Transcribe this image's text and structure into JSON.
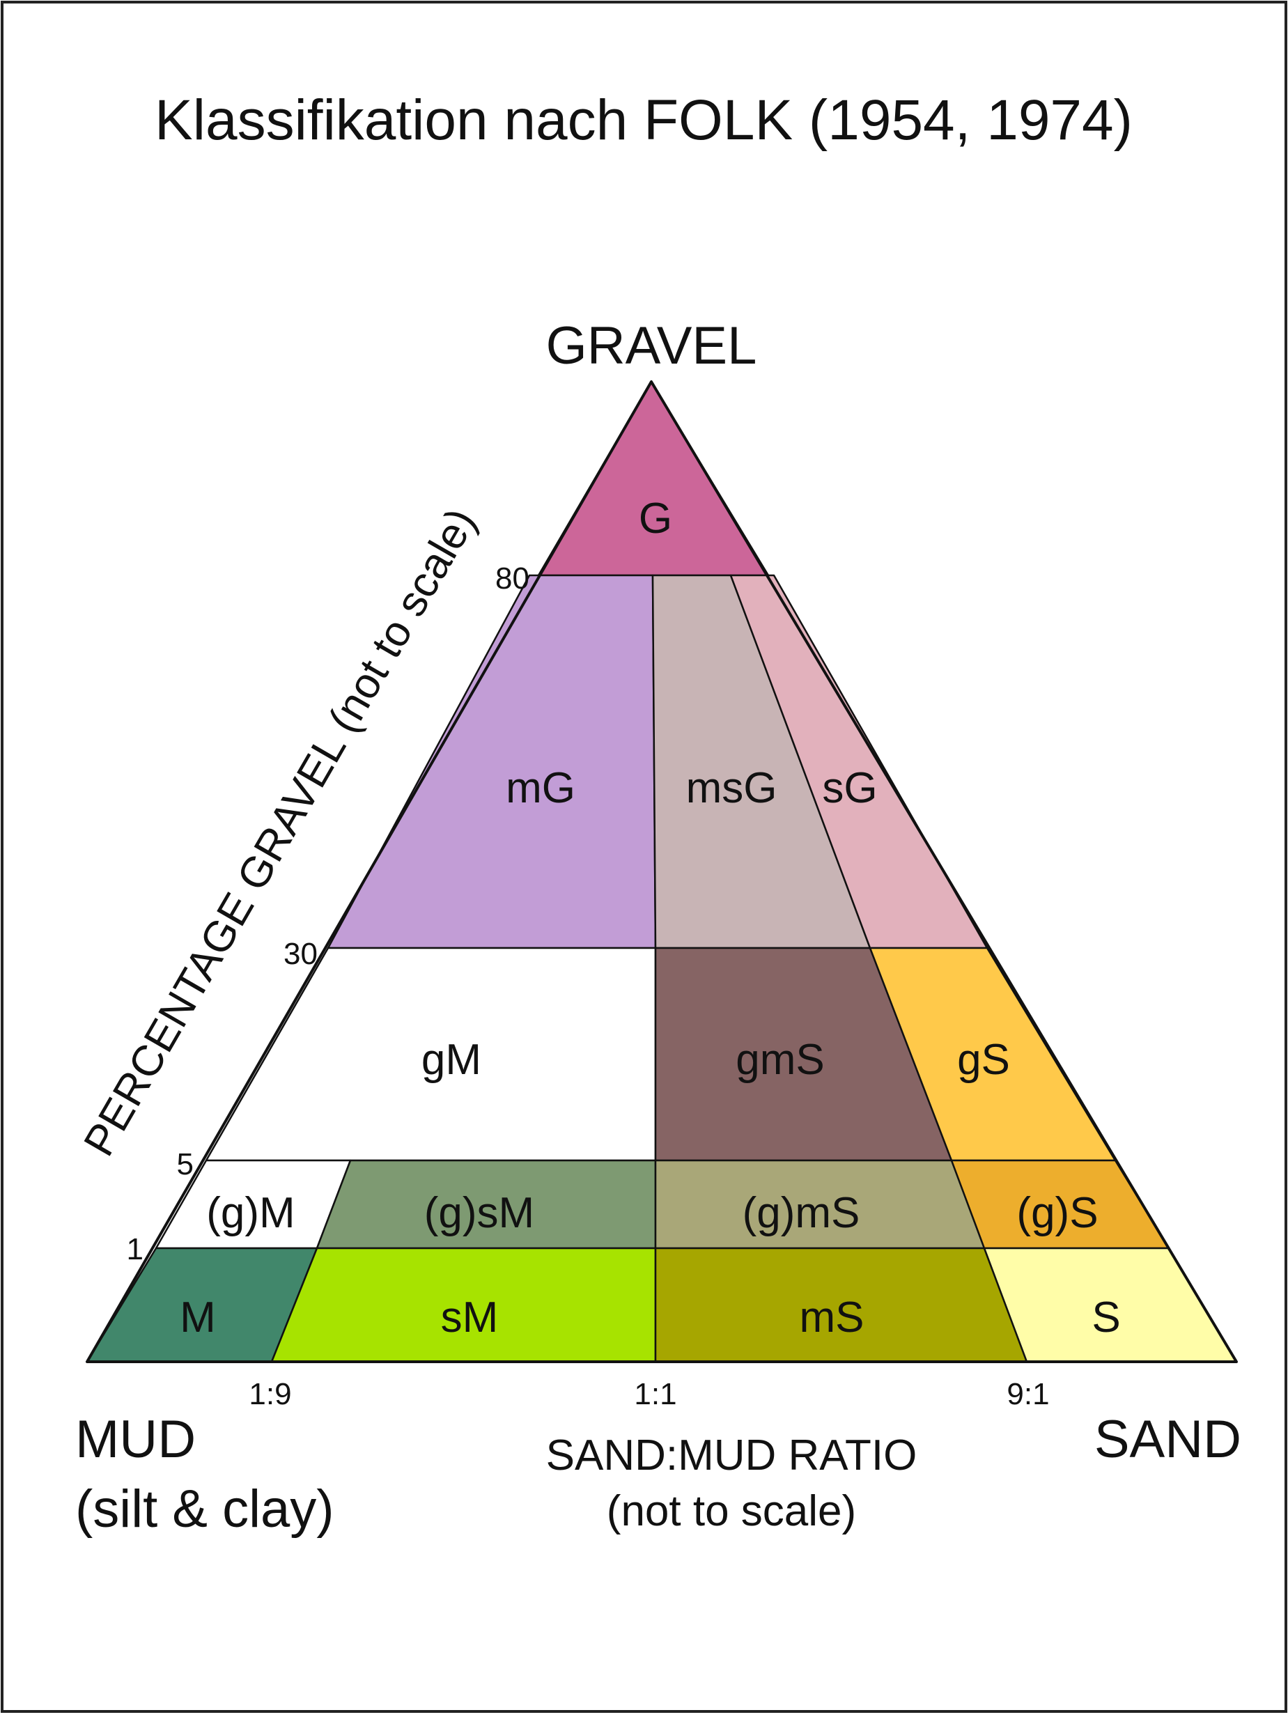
{
  "title": "Klassifikation nach FOLK (1954, 1974)",
  "corners": {
    "gravel": "GRAVEL",
    "mud_line1": "MUD",
    "mud_line2": "(silt & clay)",
    "sand": "SAND"
  },
  "axes": {
    "left_label": "PERCENTAGE  GRAVEL (not to scale)",
    "bottom_label_line1": "SAND:MUD RATIO",
    "bottom_label_line2": "(not to scale)"
  },
  "gravel_ticks": [
    {
      "id": "t80",
      "label": "80"
    },
    {
      "id": "t30",
      "label": "30"
    },
    {
      "id": "t5",
      "label": "5"
    },
    {
      "id": "t1",
      "label": "1"
    }
  ],
  "ratio_ticks": [
    {
      "id": "r19",
      "label": "1:9"
    },
    {
      "id": "r11",
      "label": "1:1"
    },
    {
      "id": "r91",
      "label": "9:1"
    }
  ],
  "zones": [
    {
      "id": "G",
      "label": "G",
      "color": "#CC6699"
    },
    {
      "id": "mG",
      "label": "mG",
      "color": "#C29DD6"
    },
    {
      "id": "msG",
      "label": "msG",
      "color": "#C8B4B5"
    },
    {
      "id": "sG",
      "label": "sG",
      "color": "#E2B1BC"
    },
    {
      "id": "gM",
      "label": "gM",
      "color": "#FFFFFF"
    },
    {
      "id": "gmS",
      "label": "gmS",
      "color": "#866464"
    },
    {
      "id": "gS",
      "label": "gS",
      "color": "#FFC94A"
    },
    {
      "id": "g_M",
      "label": "(g)M",
      "color": "#FFFFFF"
    },
    {
      "id": "g_sM",
      "label": "(g)sM",
      "color": "#7E9A72"
    },
    {
      "id": "g_mS",
      "label": "(g)mS",
      "color": "#A9A778"
    },
    {
      "id": "g_S",
      "label": "(g)S",
      "color": "#EDAE2D"
    },
    {
      "id": "M",
      "label": "M",
      "color": "#41876B"
    },
    {
      "id": "sM",
      "label": "sM",
      "color": "#A7E300"
    },
    {
      "id": "mS",
      "label": "mS",
      "color": "#A6A600"
    },
    {
      "id": "S",
      "label": "S",
      "color": "#FFFDA8"
    }
  ]
}
